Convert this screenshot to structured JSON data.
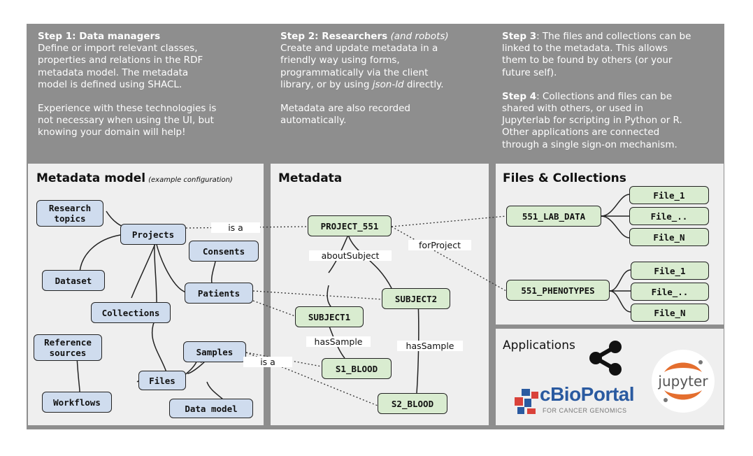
{
  "steps": {
    "s1": {
      "title": "Step 1: Data managers",
      "lines": [
        "Define or import relevant classes,",
        "properties and relations in the RDF",
        "metadata model. The metadata",
        "model is defined using SHACL."
      ],
      "lines2": [
        "Experience with these technologies is",
        "not necessary when using the UI, but",
        "knowing your domain will help!"
      ]
    },
    "s2": {
      "title": "Step 2: Researchers",
      "title_note": "(and robots)",
      "line1": "Create and update metadata in a",
      "line2": "friendly way using forms,",
      "line3": "programmatically via the client",
      "line4a": "library, or by using ",
      "line4b": "json-ld",
      "line4c": " directly.",
      "lines2": [
        "Metadata are also recorded",
        "automatically."
      ]
    },
    "s3": {
      "title": "Step 3",
      "text1": ": The files and collections can be",
      "lines": [
        "linked to the metadata. This allows",
        "them to be found by others (or your",
        "future self)."
      ]
    },
    "s4": {
      "title": "Step 4",
      "text1": ": Collections and files can be",
      "lines": [
        "shared with others, or used in",
        "Jupyterlab for scripting in Python or R.",
        "Other applications are connected",
        "through a single sign-on mechanism."
      ]
    }
  },
  "panels": {
    "model": {
      "title": "Metadata model",
      "note": "(example configuration)"
    },
    "metadata": {
      "title": "Metadata"
    },
    "files": {
      "title": "Files & Collections"
    },
    "apps": {
      "title": "Applications"
    }
  },
  "model_nodes": {
    "research_topics": "Research\ntopics",
    "projects": "Projects",
    "consents": "Consents",
    "dataset": "Dataset",
    "patients": "Patients",
    "collections": "Collections",
    "reference_sources": "Reference\nsources",
    "samples": "Samples",
    "files": "Files",
    "workflows": "Workflows",
    "data_model": "Data model"
  },
  "metadata_nodes": {
    "project": "PROJECT_551",
    "subject1": "SUBJECT1",
    "subject2": "SUBJECT2",
    "s1_blood": "S1_BLOOD",
    "s2_blood": "S2_BLOOD"
  },
  "file_nodes": {
    "lab_data": "551_LAB_DATA",
    "phenotypes": "551_PHENOTYPES",
    "lab_files": [
      "File_1",
      "File_..",
      "File_N"
    ],
    "pheno_files": [
      "File_1",
      "File_..",
      "File_N"
    ]
  },
  "edge_labels": {
    "is_a_1": "is a",
    "is_a_2": "is a",
    "about_subject": "aboutSubject",
    "for_project": "forProject",
    "has_sample_1": "hasSample",
    "has_sample_2": "hasSample"
  },
  "logos": {
    "cbioportal": "cBioPortal",
    "cbioportal_sub": "FOR CANCER GENOMICS",
    "jupyter": "jupyter",
    "share_icon": "share-icon"
  },
  "colors": {
    "frame": "#8e8e8e",
    "panel": "#efefef",
    "model_node": "#cfdcee",
    "instance_node": "#d9ecd0",
    "cbioportal_blue": "#2a5aa0",
    "cbioportal_red": "#d9423a",
    "jupyter_orange": "#e46e2e"
  }
}
